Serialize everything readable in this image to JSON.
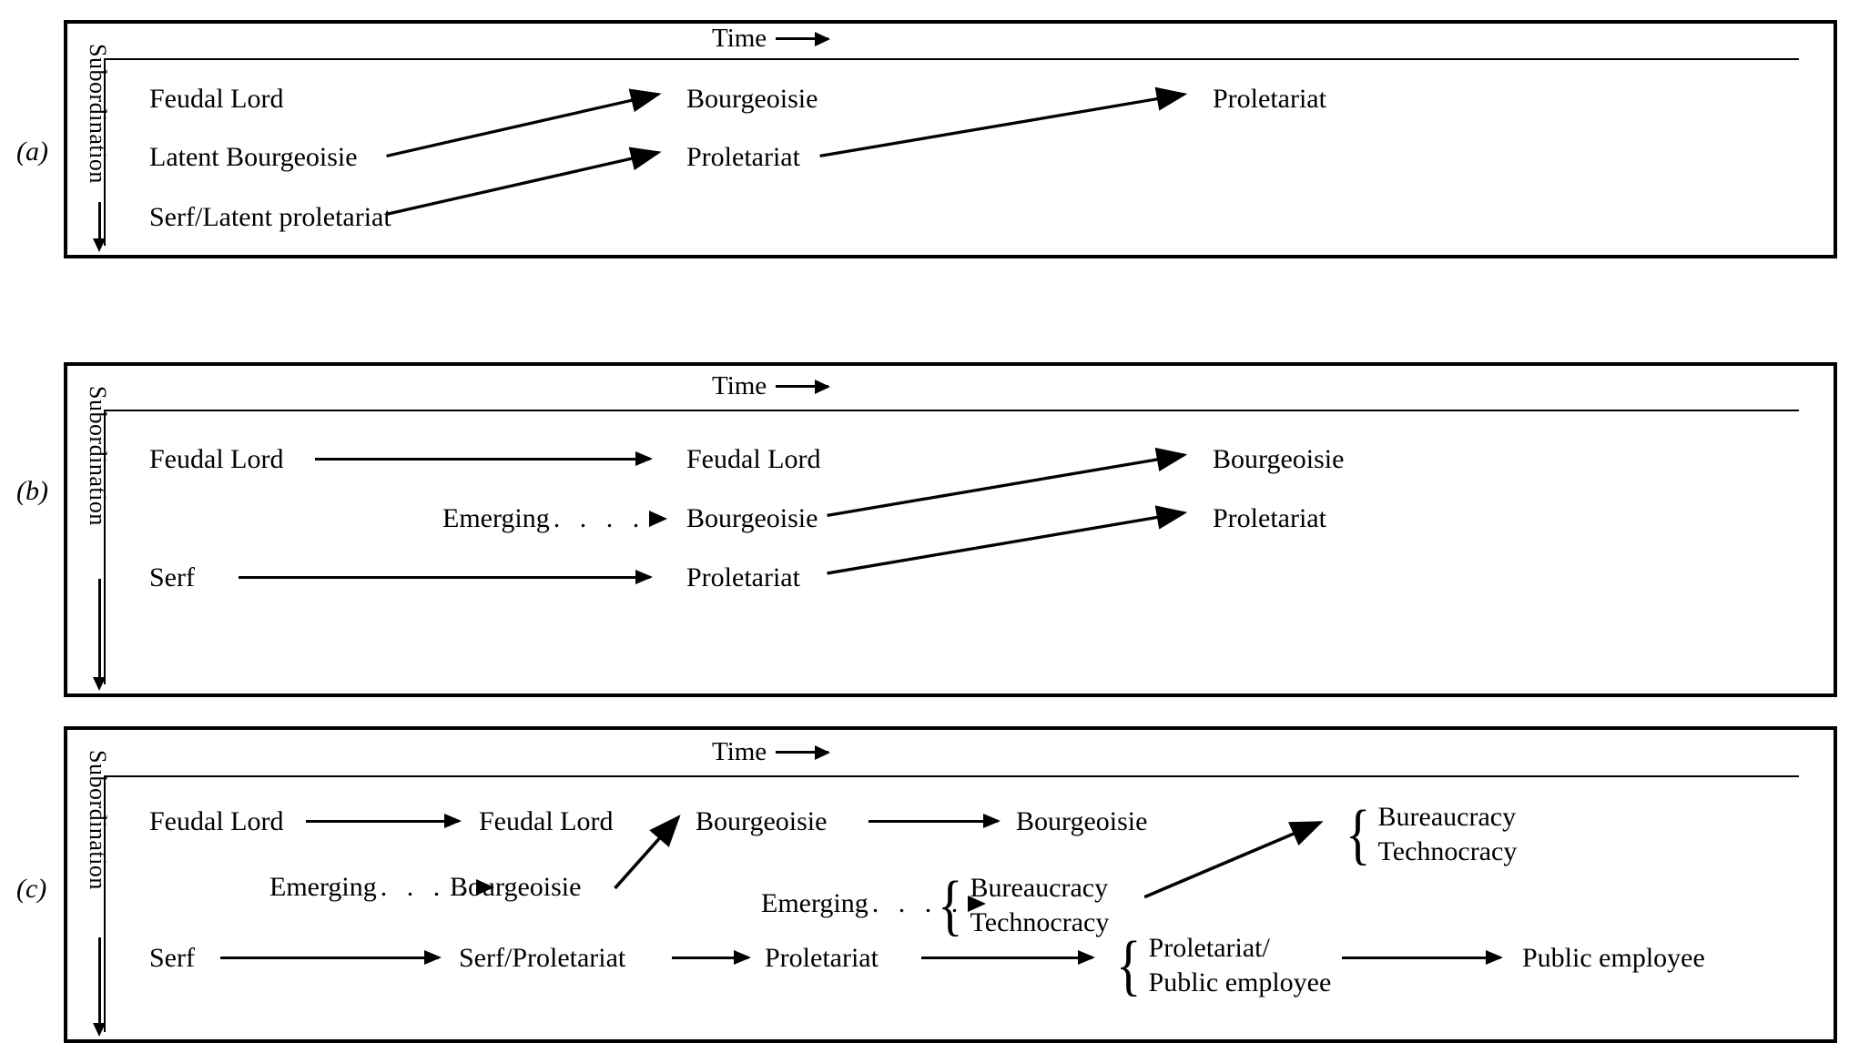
{
  "figure": {
    "type": "diagram",
    "description": "Three stacked panels (a), (b), (c) showing class-structure transformation over time with Subordination on the vertical axis and Time on the horizontal axis."
  },
  "axes": {
    "vertical_label": "Subordination",
    "horizontal_label": "Time",
    "horizontal_arrow_icon": "right-arrow-icon",
    "vertical_arrow_icon": "down-arrow-icon"
  },
  "panels": [
    {
      "id": "a",
      "label": "(a)",
      "time_label": "Time",
      "subordination_label": "Subordination",
      "nodes": [
        {
          "id": "a-feudal-lord",
          "text": "Feudal Lord"
        },
        {
          "id": "a-latent-bourgeoisie",
          "text": "Latent Bourgeoisie"
        },
        {
          "id": "a-serf-latent-prol",
          "text": "Serf/Latent proletariat"
        },
        {
          "id": "a-bourgeoisie",
          "text": "Bourgeoisie"
        },
        {
          "id": "a-proletariat-mid",
          "text": "Proletariat"
        },
        {
          "id": "a-proletariat-right",
          "text": "Proletariat"
        }
      ],
      "edges": [
        {
          "from": "a-latent-bourgeoisie",
          "to": "a-bourgeoisie",
          "style": "solid-diagonal"
        },
        {
          "from": "a-serf-latent-prol",
          "to": "a-proletariat-mid",
          "style": "solid-diagonal"
        },
        {
          "from": "a-proletariat-mid",
          "to": "a-proletariat-right",
          "style": "solid-diagonal"
        }
      ]
    },
    {
      "id": "b",
      "label": "(b)",
      "time_label": "Time",
      "subordination_label": "Subordination",
      "emerging_label": "Emerging",
      "nodes": [
        {
          "id": "b-feudal-lord-left",
          "text": "Feudal Lord"
        },
        {
          "id": "b-serf",
          "text": "Serf"
        },
        {
          "id": "b-feudal-lord-mid",
          "text": "Feudal Lord"
        },
        {
          "id": "b-bourgeoisie-mid",
          "text": "Bourgeoisie"
        },
        {
          "id": "b-proletariat-mid",
          "text": "Proletariat"
        },
        {
          "id": "b-bourgeoisie-right",
          "text": "Bourgeoisie"
        },
        {
          "id": "b-proletariat-right",
          "text": "Proletariat"
        }
      ],
      "edges": [
        {
          "from": "b-feudal-lord-left",
          "to": "b-feudal-lord-mid",
          "style": "solid-horizontal"
        },
        {
          "from": "b-serf",
          "to": "b-proletariat-mid",
          "style": "solid-horizontal"
        },
        {
          "from": "emerging",
          "to": "b-bourgeoisie-mid",
          "style": "dotted"
        },
        {
          "from": "b-bourgeoisie-mid",
          "to": "b-bourgeoisie-right",
          "style": "solid-diagonal"
        },
        {
          "from": "b-proletariat-mid",
          "to": "b-proletariat-right",
          "style": "solid-diagonal"
        }
      ]
    },
    {
      "id": "c",
      "label": "(c)",
      "time_label": "Time",
      "subordination_label": "Subordination",
      "emerging_label": "Emerging",
      "nodes": [
        {
          "id": "c-feudal-lord-1",
          "text": "Feudal Lord"
        },
        {
          "id": "c-feudal-lord-2",
          "text": "Feudal Lord"
        },
        {
          "id": "c-bourgeoisie-1",
          "text": "Bourgeoisie"
        },
        {
          "id": "c-bourgeoisie-2",
          "text": "Bourgeoisie"
        },
        {
          "id": "c-bourgeoisie-3",
          "text": "Bourgeoisie"
        },
        {
          "id": "c-serf",
          "text": "Serf"
        },
        {
          "id": "c-serf-proletariat",
          "text": "Serf/Proletariat"
        },
        {
          "id": "c-proletariat",
          "text": "Proletariat"
        },
        {
          "id": "c-public-employee",
          "text": "Public employee"
        }
      ],
      "brace_groups": [
        {
          "id": "c-brace-bureau-mid",
          "lines": [
            "Bureaucracy",
            "Technocracy"
          ]
        },
        {
          "id": "c-brace-bureau-right",
          "lines": [
            "Bureaucracy",
            "Technocracy"
          ]
        },
        {
          "id": "c-brace-prol-public",
          "lines": [
            "Proletariat/",
            "Public employee"
          ]
        }
      ],
      "edges": [
        {
          "from": "c-feudal-lord-1",
          "to": "c-feudal-lord-2",
          "style": "solid-horizontal"
        },
        {
          "from": "emerging-1",
          "to": "c-bourgeoisie-1",
          "style": "dotted"
        },
        {
          "from": "c-bourgeoisie-1",
          "to": "c-bourgeoisie-2",
          "style": "solid-diagonal"
        },
        {
          "from": "c-bourgeoisie-2",
          "to": "c-bourgeoisie-3",
          "style": "solid-horizontal"
        },
        {
          "from": "c-serf",
          "to": "c-serf-proletariat",
          "style": "solid-horizontal"
        },
        {
          "from": "c-serf-proletariat",
          "to": "c-proletariat",
          "style": "solid-horizontal"
        },
        {
          "from": "c-proletariat",
          "to": "c-brace-prol-public",
          "style": "solid-horizontal"
        },
        {
          "from": "emerging-2",
          "to": "c-brace-bureau-mid",
          "style": "dotted"
        },
        {
          "from": "c-brace-bureau-mid",
          "to": "c-brace-bureau-right",
          "style": "solid-diagonal"
        },
        {
          "from": "c-brace-prol-public",
          "to": "c-public-employee",
          "style": "solid-horizontal"
        }
      ]
    }
  ],
  "glyphs": {
    "dots": ". . . .",
    "brace_open": "{"
  },
  "colors": {
    "ink": "#000000",
    "paper": "#ffffff"
  }
}
